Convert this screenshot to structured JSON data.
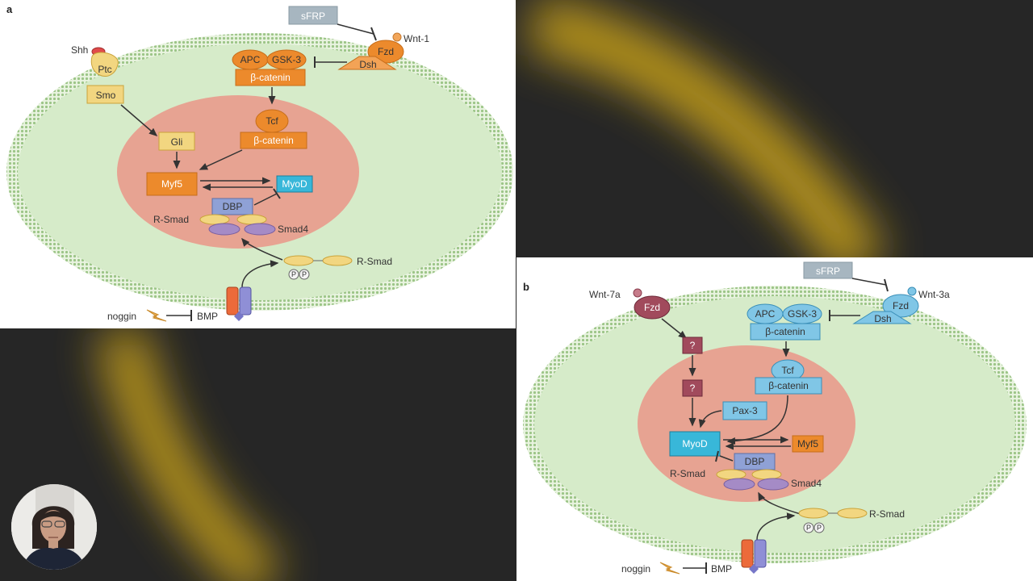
{
  "panel_a": {
    "letter": "a",
    "labels": {
      "sfrp": "sFRP",
      "wnt": "Wnt-1",
      "fzd": "Fzd",
      "dsh": "Dsh",
      "apc": "APC",
      "gsk3": "GSK-3",
      "bcat_cyto": "β-catenin",
      "shh": "Shh",
      "ptc": "Ptc",
      "smo": "Smo",
      "tcf": "Tcf",
      "bcat_nuc": "β-catenin",
      "gli": "Gli",
      "myf5": "Myf5",
      "myod": "MyoD",
      "dbp": "DBP",
      "rsmad_nuc": "R-Smad",
      "smad4": "Smad4",
      "rsmad_cyto": "R-Smad",
      "p1": "P",
      "p2": "P",
      "noggin": "noggin",
      "bmp": "BMP"
    }
  },
  "panel_b": {
    "letter": "b",
    "labels": {
      "sfrp": "sFRP",
      "wnt3a": "Wnt-3a",
      "fzd_r": "Fzd",
      "dsh": "Dsh",
      "apc": "APC",
      "gsk3": "GSK-3",
      "bcat_cyto": "β-catenin",
      "wnt7a": "Wnt-7a",
      "fzd_l": "Fzd",
      "q1": "?",
      "q2": "?",
      "tcf": "Tcf",
      "bcat_nuc": "β-catenin",
      "pax3": "Pax-3",
      "myod": "MyoD",
      "myf5": "Myf5",
      "dbp": "DBP",
      "rsmad_nuc": "R-Smad",
      "smad4": "Smad4",
      "rsmad_cyto": "R-Smad",
      "p1": "P",
      "p2": "P",
      "noggin": "noggin",
      "bmp": "BMP"
    }
  },
  "colors": {
    "background": "#262626",
    "glow": "#c9a21a",
    "cell": "#d6ebc9",
    "membrane": "#9cc587",
    "nucleus": "#e7a392",
    "orange": "#ec8a2c",
    "blue": "#38b7d9",
    "light_blue": "#80c6e6",
    "maroon": "#a14a5c",
    "yellow": "#f2d680",
    "purple": "#a58bc6",
    "dbp": "#8fa1d6",
    "sfrp": "#a7b6c0"
  }
}
